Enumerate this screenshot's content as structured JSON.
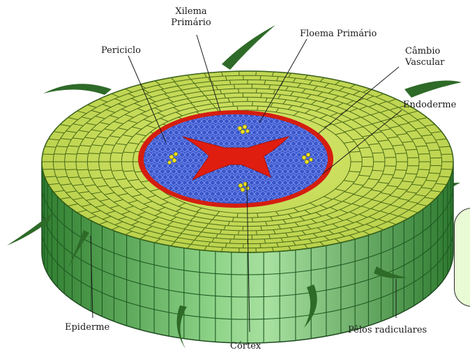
{
  "labels": {
    "xilema_line1": "Xilema",
    "xilema_line2": "Primário",
    "periciclo": "Periciclo",
    "floema": "Floema Primário",
    "cambio_line1": "Câmbio",
    "cambio_line2": "Vascular",
    "endoderme": "Endoderme",
    "epiderme": "Epiderme",
    "cortex": "Córtex",
    "pelos": "Pêlos radiculares"
  },
  "colors": {
    "cortex_top": "#c8dc58",
    "cortex_cell_stroke": "#4a6a16",
    "side_wall": "#3f9a3e",
    "side_wall_light": "#8fd08a",
    "endoderm_ring": "#d41e10",
    "phloem_blue": "#3a56c8",
    "xylem_red": "#e01e10",
    "xylem_pole": "#f0e020",
    "root_hair": "#2e6a28"
  }
}
